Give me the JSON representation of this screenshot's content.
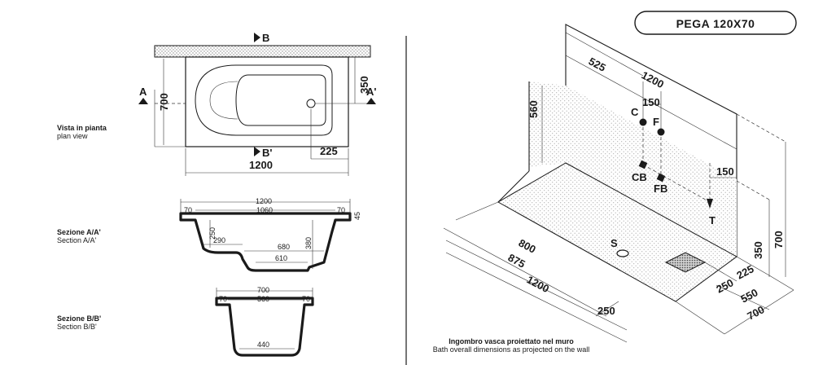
{
  "title": "PEGA 120X70",
  "plan": {
    "caption_it": "Vista in pianta",
    "caption_en": "plan view",
    "dims": {
      "length": "1200",
      "width": "700",
      "drain_from_side": "350",
      "drain_from_end": "225"
    },
    "markers": {
      "a": "A",
      "a_prime": "A'",
      "b": "B",
      "b_prime": "B'"
    }
  },
  "section_a": {
    "caption_it": "Sezione A/A'",
    "caption_en": "Section A/A'",
    "dims": {
      "overall": "1200",
      "inner": "1060",
      "rim_left": "70",
      "rim_right": "70",
      "rim_height": "45",
      "depth": "380",
      "step_height": "250",
      "step_length": "290",
      "top_bottom": "680",
      "bottom": "610"
    }
  },
  "section_b": {
    "caption_it": "Sezione B/B'",
    "caption_en": "Section B/B'",
    "dims": {
      "overall": "700",
      "inner": "560",
      "rim_left": "70",
      "rim_right": "70",
      "bottom": "440"
    }
  },
  "iso": {
    "caption_it": "Ingombro vasca proiettato nel muro",
    "caption_en": "Bath overall dimensions as projected on the wall",
    "labels": {
      "c": "C",
      "f": "F",
      "cb": "CB",
      "fb": "FB",
      "t": "T",
      "s": "S"
    },
    "dims": {
      "wall_left": "525",
      "wall_length": "1200",
      "wall_height": "560",
      "tap_spacing": "150",
      "spout_drop": "150",
      "floor_800": "800",
      "floor_875": "875",
      "floor_1200": "1200",
      "front_250": "250",
      "side_225": "225",
      "side_250": "250",
      "side_550": "550",
      "side_700": "700",
      "height_350": "350",
      "height_700": "700"
    }
  }
}
